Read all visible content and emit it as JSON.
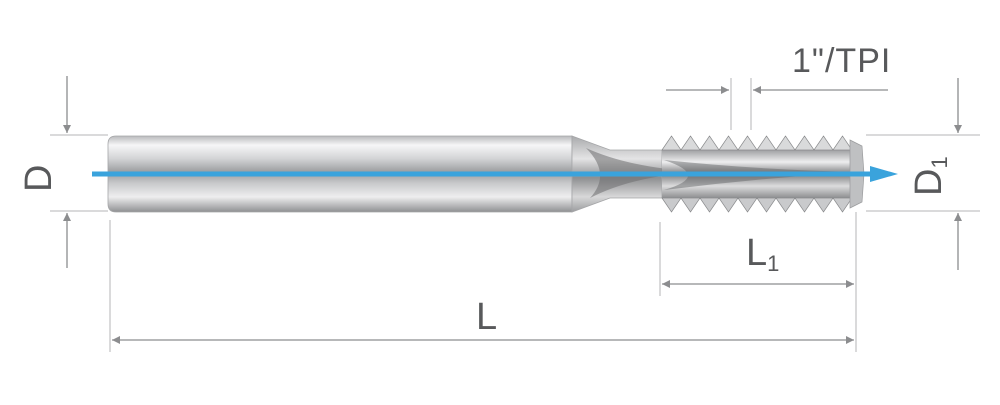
{
  "labels": {
    "overall_length": "L",
    "thread_length": "L",
    "thread_length_sub": "1",
    "pitch": "1\"/TPI",
    "shank_diameter": "D",
    "thread_diameter": "D",
    "thread_diameter_sub": "1"
  },
  "colors": {
    "dimension_line": "#8c8d8f",
    "label": "#58595b",
    "axis": "#3aa3dc",
    "tool_highlight": "#f4f4f5",
    "tool_shadow": "#8a8b8d"
  },
  "icons": [
    "arrowhead-icon"
  ]
}
